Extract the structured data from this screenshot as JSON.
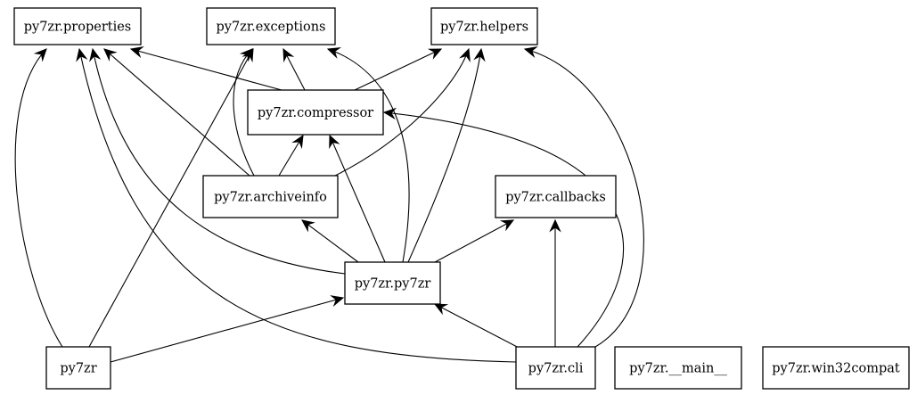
{
  "diagram": {
    "type": "module dependency graph",
    "nodes": [
      {
        "id": "properties",
        "label": "py7zr.properties"
      },
      {
        "id": "exceptions",
        "label": "py7zr.exceptions"
      },
      {
        "id": "helpers",
        "label": "py7zr.helpers"
      },
      {
        "id": "compressor",
        "label": "py7zr.compressor"
      },
      {
        "id": "archiveinfo",
        "label": "py7zr.archiveinfo"
      },
      {
        "id": "callbacks",
        "label": "py7zr.callbacks"
      },
      {
        "id": "py7zr_mod",
        "label": "py7zr.py7zr"
      },
      {
        "id": "py7zr",
        "label": "py7zr"
      },
      {
        "id": "cli",
        "label": "py7zr.cli"
      },
      {
        "id": "main",
        "label": "py7zr.__main__"
      },
      {
        "id": "win32compat",
        "label": "py7zr.win32compat"
      }
    ],
    "edges": [
      {
        "from": "compressor",
        "to": "properties"
      },
      {
        "from": "compressor",
        "to": "exceptions"
      },
      {
        "from": "compressor",
        "to": "helpers"
      },
      {
        "from": "archiveinfo",
        "to": "properties"
      },
      {
        "from": "archiveinfo",
        "to": "exceptions"
      },
      {
        "from": "archiveinfo",
        "to": "compressor"
      },
      {
        "from": "archiveinfo",
        "to": "helpers"
      },
      {
        "from": "py7zr_mod",
        "to": "properties"
      },
      {
        "from": "py7zr_mod",
        "to": "exceptions"
      },
      {
        "from": "py7zr_mod",
        "to": "helpers"
      },
      {
        "from": "py7zr_mod",
        "to": "compressor"
      },
      {
        "from": "py7zr_mod",
        "to": "archiveinfo"
      },
      {
        "from": "py7zr_mod",
        "to": "callbacks"
      },
      {
        "from": "py7zr",
        "to": "properties"
      },
      {
        "from": "py7zr",
        "to": "exceptions"
      },
      {
        "from": "py7zr",
        "to": "py7zr_mod"
      },
      {
        "from": "cli",
        "to": "properties"
      },
      {
        "from": "cli",
        "to": "compressor"
      },
      {
        "from": "cli",
        "to": "helpers"
      },
      {
        "from": "cli",
        "to": "callbacks"
      },
      {
        "from": "cli",
        "to": "py7zr_mod"
      }
    ]
  }
}
